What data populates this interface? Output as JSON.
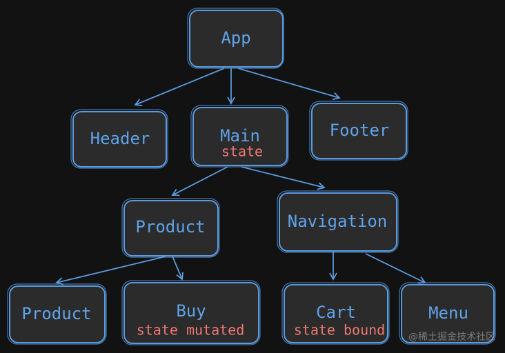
{
  "nodes": {
    "app": {
      "label": "App",
      "state": ""
    },
    "header": {
      "label": "Header",
      "state": ""
    },
    "main": {
      "label": "Main",
      "state": "state"
    },
    "footer": {
      "label": "Footer",
      "state": ""
    },
    "product": {
      "label": "Product",
      "state": ""
    },
    "navigation": {
      "label": "Navigation",
      "state": ""
    },
    "product2": {
      "label": "Product",
      "state": ""
    },
    "buy": {
      "label": "Buy",
      "state": "state mutated"
    },
    "cart": {
      "label": "Cart",
      "state": "state bound"
    },
    "menu": {
      "label": "Menu",
      "state": ""
    }
  },
  "edges": [
    [
      "app",
      "header"
    ],
    [
      "app",
      "main"
    ],
    [
      "app",
      "footer"
    ],
    [
      "main",
      "product"
    ],
    [
      "main",
      "navigation"
    ],
    [
      "product",
      "product2"
    ],
    [
      "product",
      "buy"
    ],
    [
      "navigation",
      "cart"
    ],
    [
      "navigation",
      "menu"
    ]
  ],
  "colors": {
    "background": "#121212",
    "node_fill": "#2b2b2b",
    "stroke": "#5b9be0",
    "label": "#5fa3ea",
    "state": "#f07874"
  },
  "watermark": "@稀土掘金技术社区"
}
